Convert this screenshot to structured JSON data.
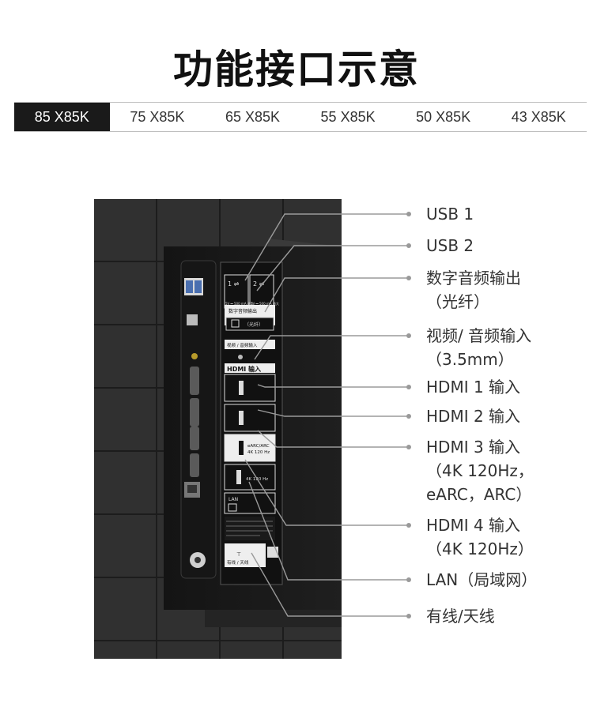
{
  "page_title": "功能接口示意",
  "model_tabs": [
    "85 X85K",
    "75 X85K",
    "65 X85K",
    "55 X85K",
    "50 X85K",
    "43 X85K"
  ],
  "active_tab_index": 0,
  "callouts": [
    {
      "lines": [
        "USB 1"
      ]
    },
    {
      "lines": [
        "USB 2"
      ]
    },
    {
      "lines": [
        "数字音频输出",
        "（光纤）"
      ]
    },
    {
      "lines": [
        "视频/ 音频输入",
        "（3.5mm）"
      ]
    },
    {
      "lines": [
        "HDMI 1 输入"
      ]
    },
    {
      "lines": [
        "HDMI 2 输入"
      ]
    },
    {
      "lines": [
        "HDMI 3 输入",
        "（4K 120Hz，",
        "eARC，ARC）"
      ]
    },
    {
      "lines": [
        "HDMI 4 输入",
        "（4K 120Hz）"
      ]
    },
    {
      "lines": [
        "LAN（局域网）"
      ]
    },
    {
      "lines": [
        "有线/天线"
      ]
    }
  ],
  "panel_labels": {
    "hdmi_header": "HDMI 输入",
    "hdmi_header_logo": "HDMI",
    "digital_audio": "数字音频输出",
    "optical": "（光纤）",
    "video_audio": "视频 / 音频输入",
    "earc": "eARC/ARC",
    "hz": "4K 120 Hz",
    "lan": "LAN",
    "antenna": "有线 / 天线",
    "usb_spec": "5V ⎓ 500 mA 最大"
  },
  "colors": {
    "tab_active_bg": "#1a1a1a",
    "photo_bg": "#2b2b2b",
    "callout_line": "#9a9a9a"
  }
}
